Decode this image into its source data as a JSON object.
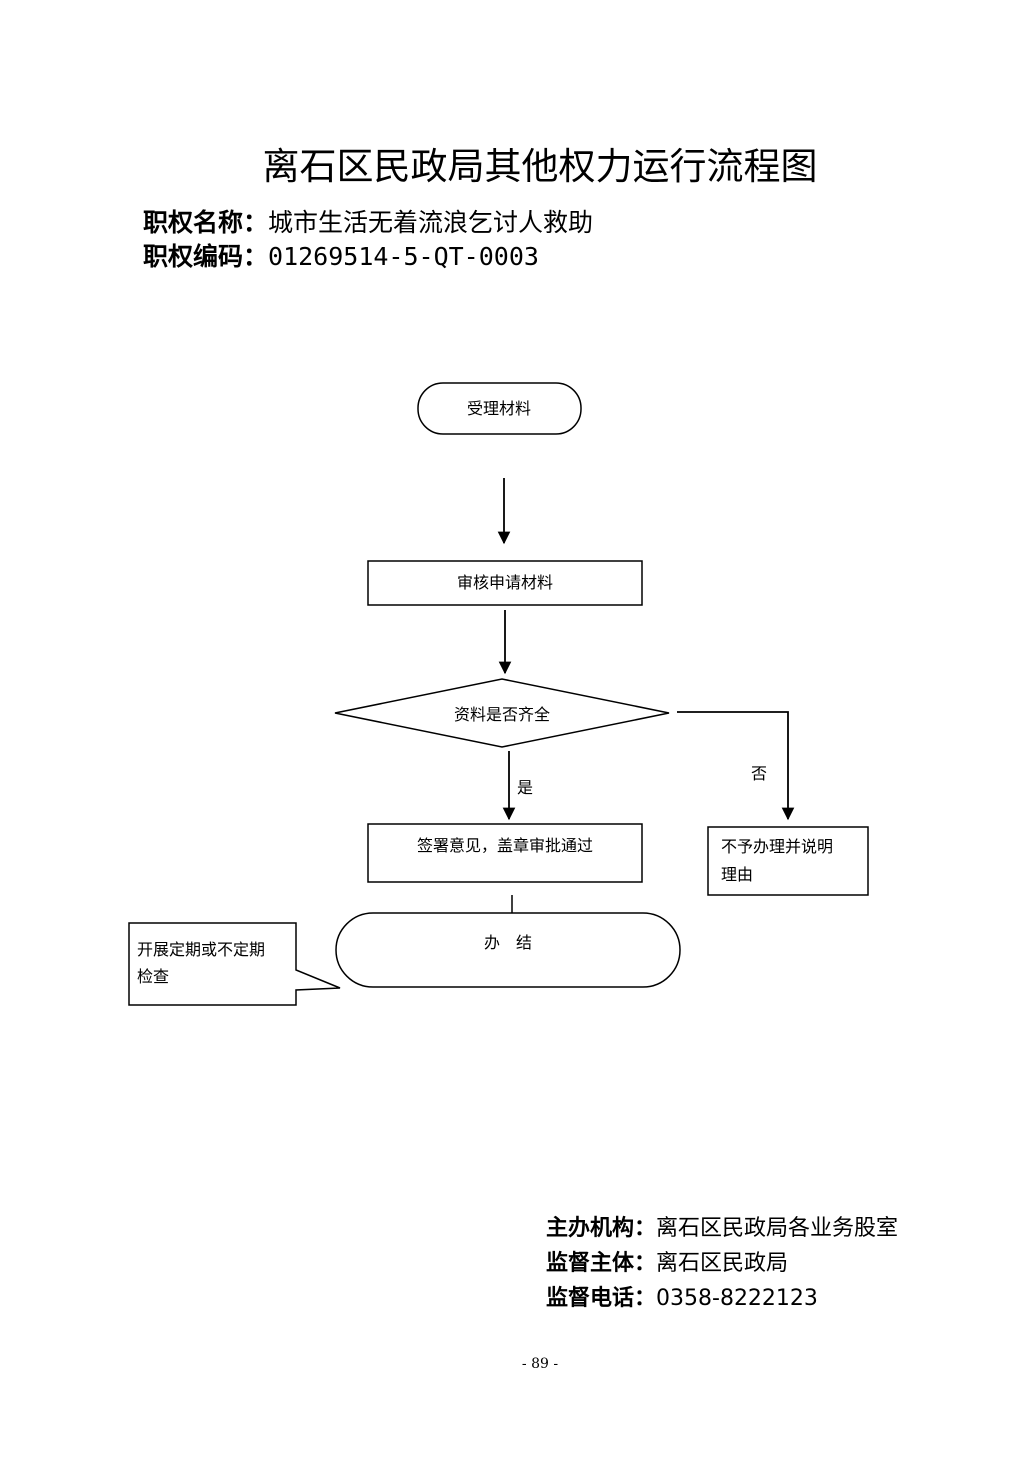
{
  "title": "离石区民政局其他权力运行流程图",
  "meta": {
    "name_label": "职权名称：",
    "name_value": "城市生活无着流浪乞讨人救助",
    "code_label": "职权编码：",
    "code_value": "01269514-5-QT-0003"
  },
  "flow": {
    "start": "受理材料",
    "review": "审核申请材料",
    "decision": "资料是否齐全",
    "yes_label": "是",
    "no_label": "否",
    "approve": "签署意见，盖章审批通过",
    "reject_line1": "不予办理并说明",
    "reject_line2": "理由",
    "end": "办　结",
    "note_line1": "开展定期或不定期",
    "note_line2": "检查"
  },
  "footer": {
    "org_label": "主办机构：",
    "org_value": "离石区民政局各业务股室",
    "sup_label": "监督主体：",
    "sup_value": "离石区民政局",
    "tel_label": "监督电话：",
    "tel_value": "0358-8222123"
  },
  "page_number": "- 89 -"
}
